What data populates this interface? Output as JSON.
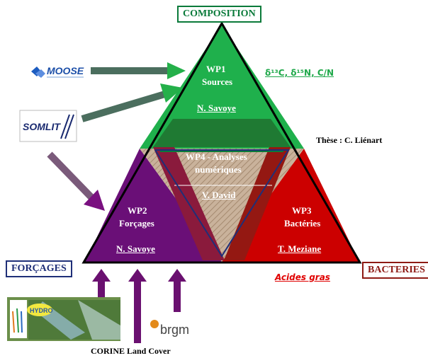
{
  "labels": {
    "composition": "COMPOSITION",
    "forcages": "FORÇAGES",
    "bacteries": "BACTERIES",
    "these": "Thèse : C. Liénart",
    "isotopes": "δ¹³C, δ¹⁵N, C/N",
    "acides_gras": "Acides gras",
    "corine": "CORINE Land Cover"
  },
  "wp1": {
    "title": "WP1",
    "subtitle": "Sources",
    "lead": "N. Savoye"
  },
  "wp2": {
    "title": "WP2",
    "subtitle": "Forçages",
    "lead": "N. Savoye"
  },
  "wp3": {
    "title": "WP3",
    "subtitle": "Bactéries",
    "lead": "T. Meziane"
  },
  "wp4": {
    "title": "WP4 - Analyses",
    "subtitle": "numériques",
    "lead": "V. David"
  },
  "logos": {
    "moose": "MOOSE",
    "somlit": "SOMLIT",
    "hydro": "HYDRO",
    "brgm": "brgm"
  },
  "colors": {
    "composition": "#0a7a3a",
    "wp1": "#1fb04c",
    "wp2": "#6a0f77",
    "wp3": "#cc0000",
    "wp4": "#bda48a",
    "forcages": "#1f2f78",
    "bacteries": "#8e1a14",
    "red_text": "#e00000"
  }
}
